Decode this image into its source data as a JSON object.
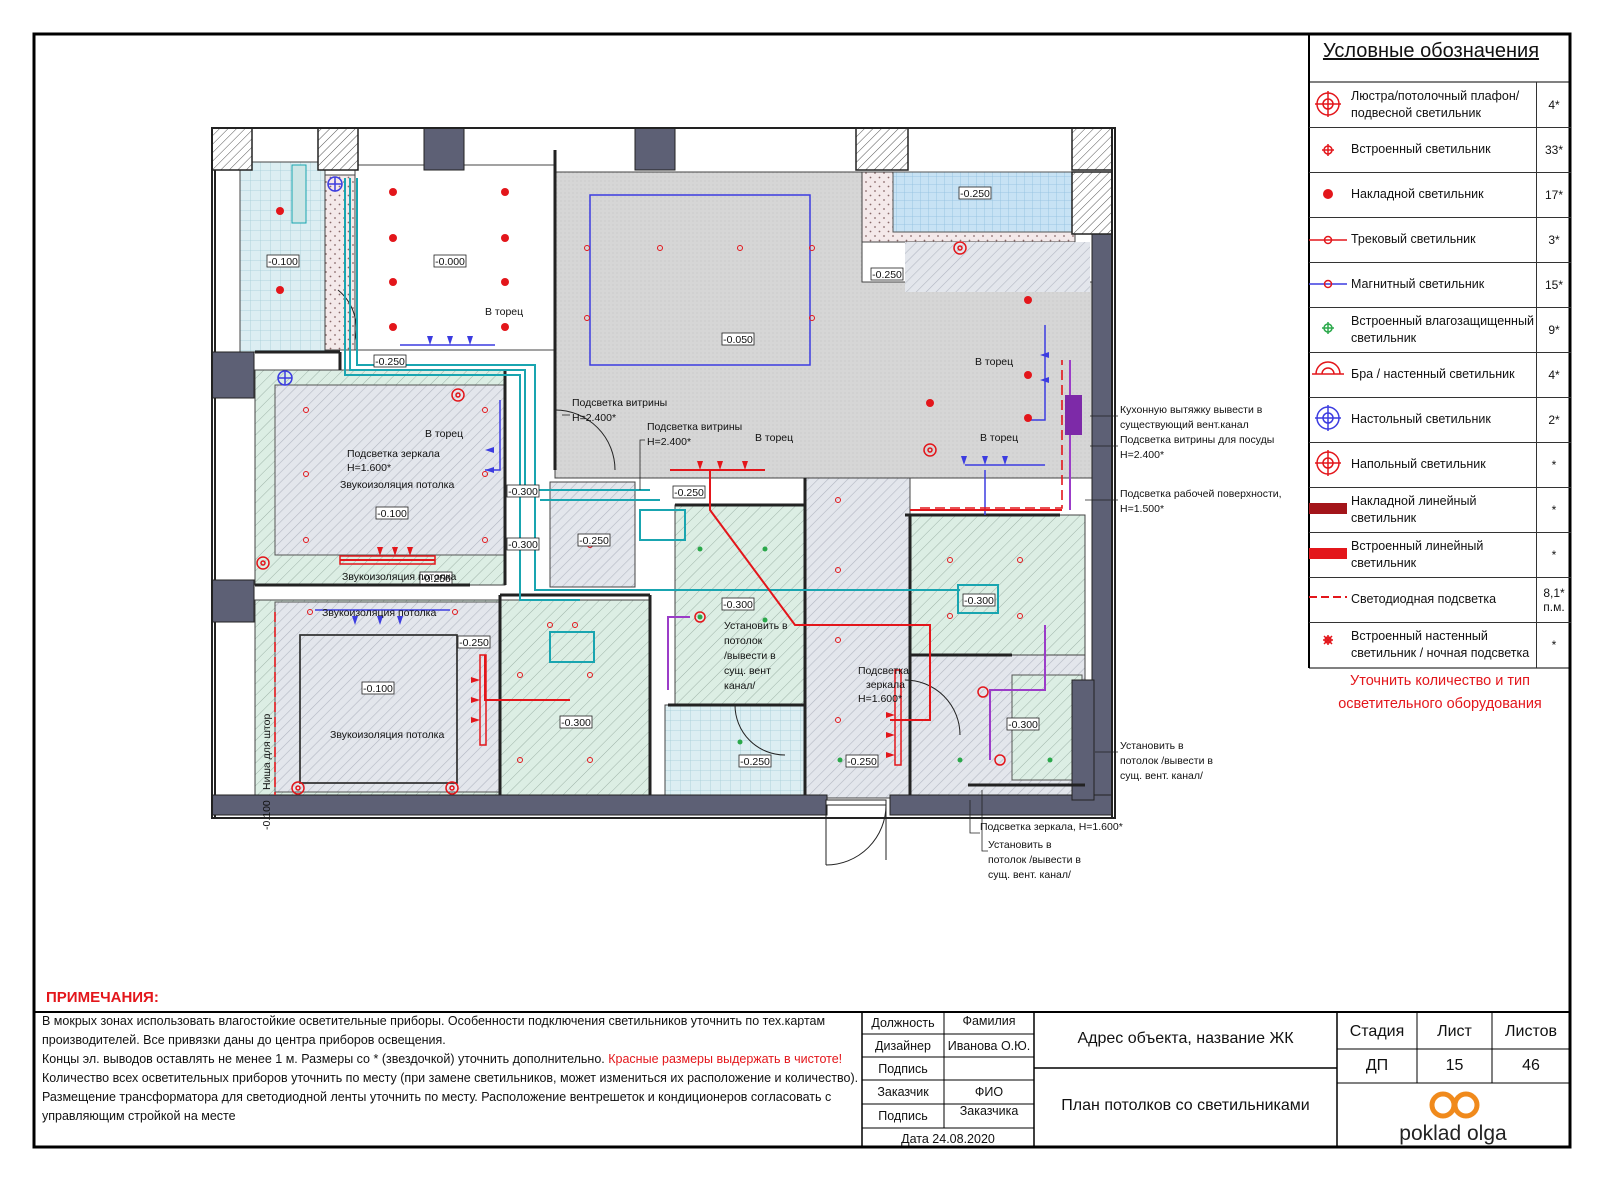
{
  "plan": {
    "level_marks": [
      "-0.100",
      "-0.000",
      "-0.250",
      "-0.050",
      "-0.250",
      "-0.250",
      "-0.100",
      "-0.300",
      "-0.300",
      "-0.250",
      "-0.250",
      "-0.300",
      "-0.250",
      "-0.100",
      "-0.300",
      "-0.300",
      "-0.300",
      "-0.250",
      "-0.250",
      "-0.250",
      "-0.100"
    ],
    "labels": {
      "v_torec": "В торец",
      "vitrina": "Подсветка витрины",
      "h2400": "H=2.400*",
      "mirror": "Подсветка зеркала",
      "h1600": "H=1.600*",
      "zvuk": "Звукоизоляция потолка",
      "nisha": "Ниша для штор",
      "ustanovit1": "Установить в",
      "ustanovit2": "потолок",
      "ustanovit3": "/вывести в",
      "ustanovit4": "сущ. вент",
      "ustanovit5": "канал/",
      "podsv_zerk_short1": "Подсветка",
      "podsv_zerk_short2": "зеркала",
      "ann1a": "Кухонную вытяжку вывести в",
      "ann1b": "существующий вент.канал",
      "ann2a": "Подсветка витрины для посуды",
      "ann2b": "H=2.400*",
      "ann3a": "Подсветка рабочей поверхности,",
      "ann3b": "H=1.500*",
      "ann4a": "Установить в",
      "ann4b": "потолок /вывести в",
      "ann4c": "сущ. вент. канал/",
      "ann5": "Подсветка зеркала, H=1.600*",
      "ann6a": "Установить в",
      "ann6b": "потолок /вывести в",
      "ann6c": "сущ. вент. канал/"
    }
  },
  "legend": {
    "title": "Условные обозначения",
    "rows": [
      {
        "label": "Люстра/потолочный плафон/подвесной светильник",
        "count": "4*",
        "icon": "chandelier-icon"
      },
      {
        "label": "Встроенный светильник",
        "count": "33*",
        "icon": "recessed-light-icon"
      },
      {
        "label": "Накладной светильник",
        "count": "17*",
        "icon": "surface-light-icon"
      },
      {
        "label": "Трековый светильник",
        "count": "3*",
        "icon": "track-light-icon"
      },
      {
        "label": "Магнитный светильник",
        "count": "15*",
        "icon": "magnetic-light-icon"
      },
      {
        "label": "Встроенный влагозащищенный светильник",
        "count": "9*",
        "icon": "waterproof-light-icon"
      },
      {
        "label": "Бра / настенный светильник",
        "count": "4*",
        "icon": "sconce-icon"
      },
      {
        "label": "Настольный светильник",
        "count": "2*",
        "icon": "table-lamp-icon"
      },
      {
        "label": "Напольный светильник",
        "count": "*",
        "icon": "floor-lamp-icon"
      },
      {
        "label": "Накладной линейный светильник",
        "count": "*",
        "icon": "surface-linear-icon"
      },
      {
        "label": "Встроенный линейный светильник",
        "count": "*",
        "icon": "recessed-linear-icon"
      },
      {
        "label": "Светодиодная подсветка",
        "count": "8,1* п.м.",
        "icon": "led-strip-icon"
      },
      {
        "label": "Встроенный настенный светильник / ночная подсветка",
        "count": "*",
        "icon": "night-light-icon"
      }
    ],
    "note": "Уточнить количество и тип осветительного оборудования"
  },
  "notes": {
    "title": "ПРИМЕЧАНИЯ:",
    "p1": "В мокрых зонах использовать влагостойкие осветительные приборы. Особенности подключения светильников уточнить по тех.картам производителей. Все привязки даны до центра приборов освещения.",
    "p2a": "Концы эл. выводов оставлять не менее 1 м. Размеры со * (звездочкой) уточнить дополнительно.",
    "p2b": "Красные размеры выдержать в чистоте!",
    "p3": "Количество всех осветительных приборов уточнить по месту (при замене светильников, может измениться их расположение и количество).",
    "p4": "Размещение трансформатора для светодиодной ленты уточнить по месту. Расположение вентрешеток и кондиционеров согласовать с управляющим стройкой на месте"
  },
  "titleblock": {
    "h_role": "Должность",
    "h_name": "Фамилия",
    "designer": "Дизайнер",
    "designer_name": "Иванова О.Ю.",
    "sign1": "Подпись",
    "client": "Заказчик",
    "client_name": "ФИО",
    "sign2": "Подпись",
    "client_word": "Заказчика",
    "date": "Дата 24.08.2020",
    "address": "Адрес объекта, название ЖК",
    "sheet_title": "План потолков со светильниками",
    "stage_h": "Стадия",
    "sheet_h": "Лист",
    "sheets_h": "Листов",
    "stage": "ДП",
    "sheet": "15",
    "sheets": "46",
    "logo_text": "poklad olga"
  },
  "colors": {
    "red": "#e3161b",
    "blue": "#3c3ce0",
    "cyan": "#19a5b0",
    "purple": "#9b3cc8",
    "green": "#2aa84a",
    "wall": "#5d6075"
  }
}
